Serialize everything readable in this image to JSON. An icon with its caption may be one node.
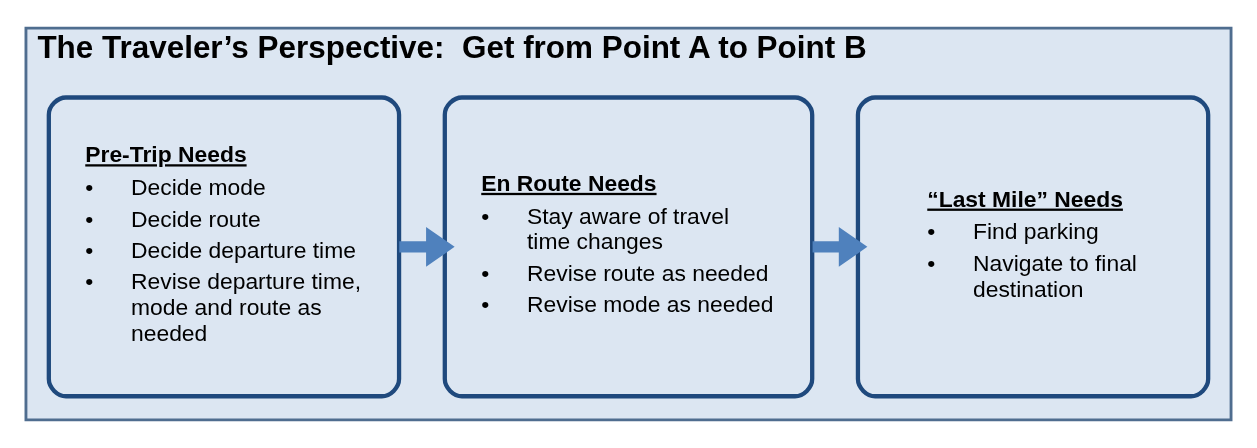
{
  "diagram": {
    "nodes": [
      {
        "text": [
          "The Traveler’s Perspective:  Get from Point A to Point B"
        ]
      },
      {
        "text": [
          "Pre-Trip Needs",
          "• Decide mode",
          "• Decide route",
          "• Decide departure time",
          "• Revise departure time, mode and route as needed"
        ],
        "in": 0
      },
      {
        "text": [
          "En Route Needs",
          "• Stay aware of travel time changes",
          "• Revise route as needed",
          "• Revise mode as needed"
        ],
        "in": 0
      },
      {
        "text": [
          "“Last Mile” Needs",
          "• Find parking",
          "• Navigate to final destination"
        ],
        "in": 0
      }
    ],
    "edges": [
      {
        "from": 1,
        "to": 2,
        "arrow": "to"
      },
      {
        "from": 2,
        "to": 3,
        "arrow": "to"
      }
    ]
  }
}
